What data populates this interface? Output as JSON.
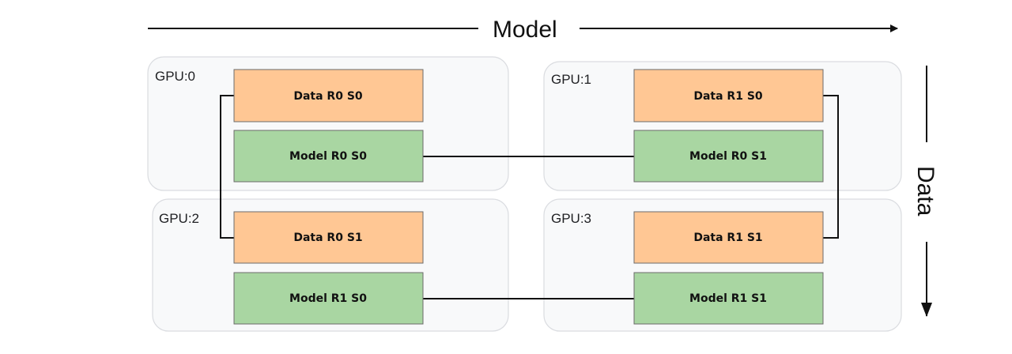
{
  "axes": {
    "horizontal_label": "Model",
    "vertical_label": "Data"
  },
  "gpus": [
    {
      "label": "GPU:0",
      "data_block": "Data R0 S0",
      "model_block": "Model R0 S0"
    },
    {
      "label": "GPU:1",
      "data_block": "Data R1 S0",
      "model_block": "Model R0 S1"
    },
    {
      "label": "GPU:2",
      "data_block": "Data R0 S1",
      "model_block": "Model R1 S0"
    },
    {
      "label": "GPU:3",
      "data_block": "Data R1 S1",
      "model_block": "Model R1 S1"
    }
  ],
  "colors": {
    "data_block": "#ffc794",
    "model_block": "#a9d6a2",
    "gpu_container": "#f8f9fa"
  }
}
